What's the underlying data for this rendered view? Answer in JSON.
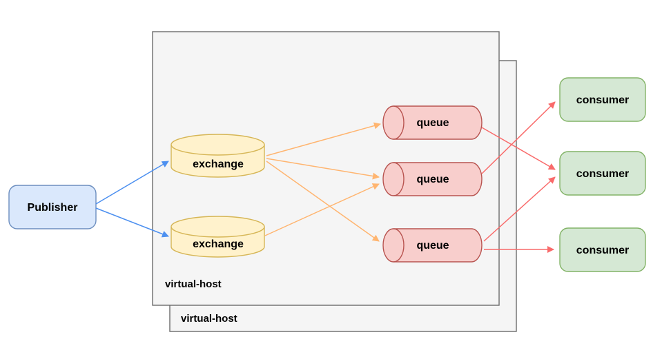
{
  "diagram": {
    "kind": "message-broker-architecture",
    "nodes": {
      "publisher": {
        "label": "Publisher",
        "fill": "#dae8fc"
      },
      "virtual_host_front": {
        "label": "virtual-host",
        "fill": "#f5f5f5"
      },
      "virtual_host_back": {
        "label": "virtual-host",
        "fill": "#f5f5f5"
      },
      "exchange_top": {
        "label": "exchange",
        "fill": "#fff2cc"
      },
      "exchange_bottom": {
        "label": "exchange",
        "fill": "#fff2cc"
      },
      "queue_top": {
        "label": "queue",
        "fill": "#f8cecc"
      },
      "queue_middle": {
        "label": "queue",
        "fill": "#f8cecc"
      },
      "queue_bottom": {
        "label": "queue",
        "fill": "#f8cecc"
      },
      "consumer_top": {
        "label": "consumer",
        "fill": "#d5e8d4"
      },
      "consumer_middle": {
        "label": "consumer",
        "fill": "#d5e8d4"
      },
      "consumer_bottom": {
        "label": "consumer",
        "fill": "#d5e8d4"
      }
    },
    "colors": {
      "publish_arrow": "#4d90f0",
      "route_arrow": "#ffb570",
      "consume_arrow": "#f96a6a",
      "publisher_stroke": "#6c8ebf",
      "exchange_stroke": "#d6b656",
      "queue_stroke": "#b85450",
      "consumer_stroke": "#82b366",
      "virtual_host_stroke": "#6b6b6b",
      "canvas": "#ffffff"
    },
    "edges": [
      {
        "from": "publisher",
        "to": "exchange_top",
        "type": "publish"
      },
      {
        "from": "publisher",
        "to": "exchange_bottom",
        "type": "publish"
      },
      {
        "from": "exchange_top",
        "to": "queue_top",
        "type": "route"
      },
      {
        "from": "exchange_top",
        "to": "queue_middle",
        "type": "route"
      },
      {
        "from": "exchange_top",
        "to": "queue_bottom",
        "type": "route"
      },
      {
        "from": "exchange_bottom",
        "to": "queue_middle",
        "type": "route"
      },
      {
        "from": "queue_top",
        "to": "consumer_middle",
        "type": "consume"
      },
      {
        "from": "queue_middle",
        "to": "consumer_top",
        "type": "consume"
      },
      {
        "from": "queue_bottom",
        "to": "consumer_middle",
        "type": "consume"
      },
      {
        "from": "queue_bottom",
        "to": "consumer_bottom",
        "type": "consume"
      }
    ]
  }
}
